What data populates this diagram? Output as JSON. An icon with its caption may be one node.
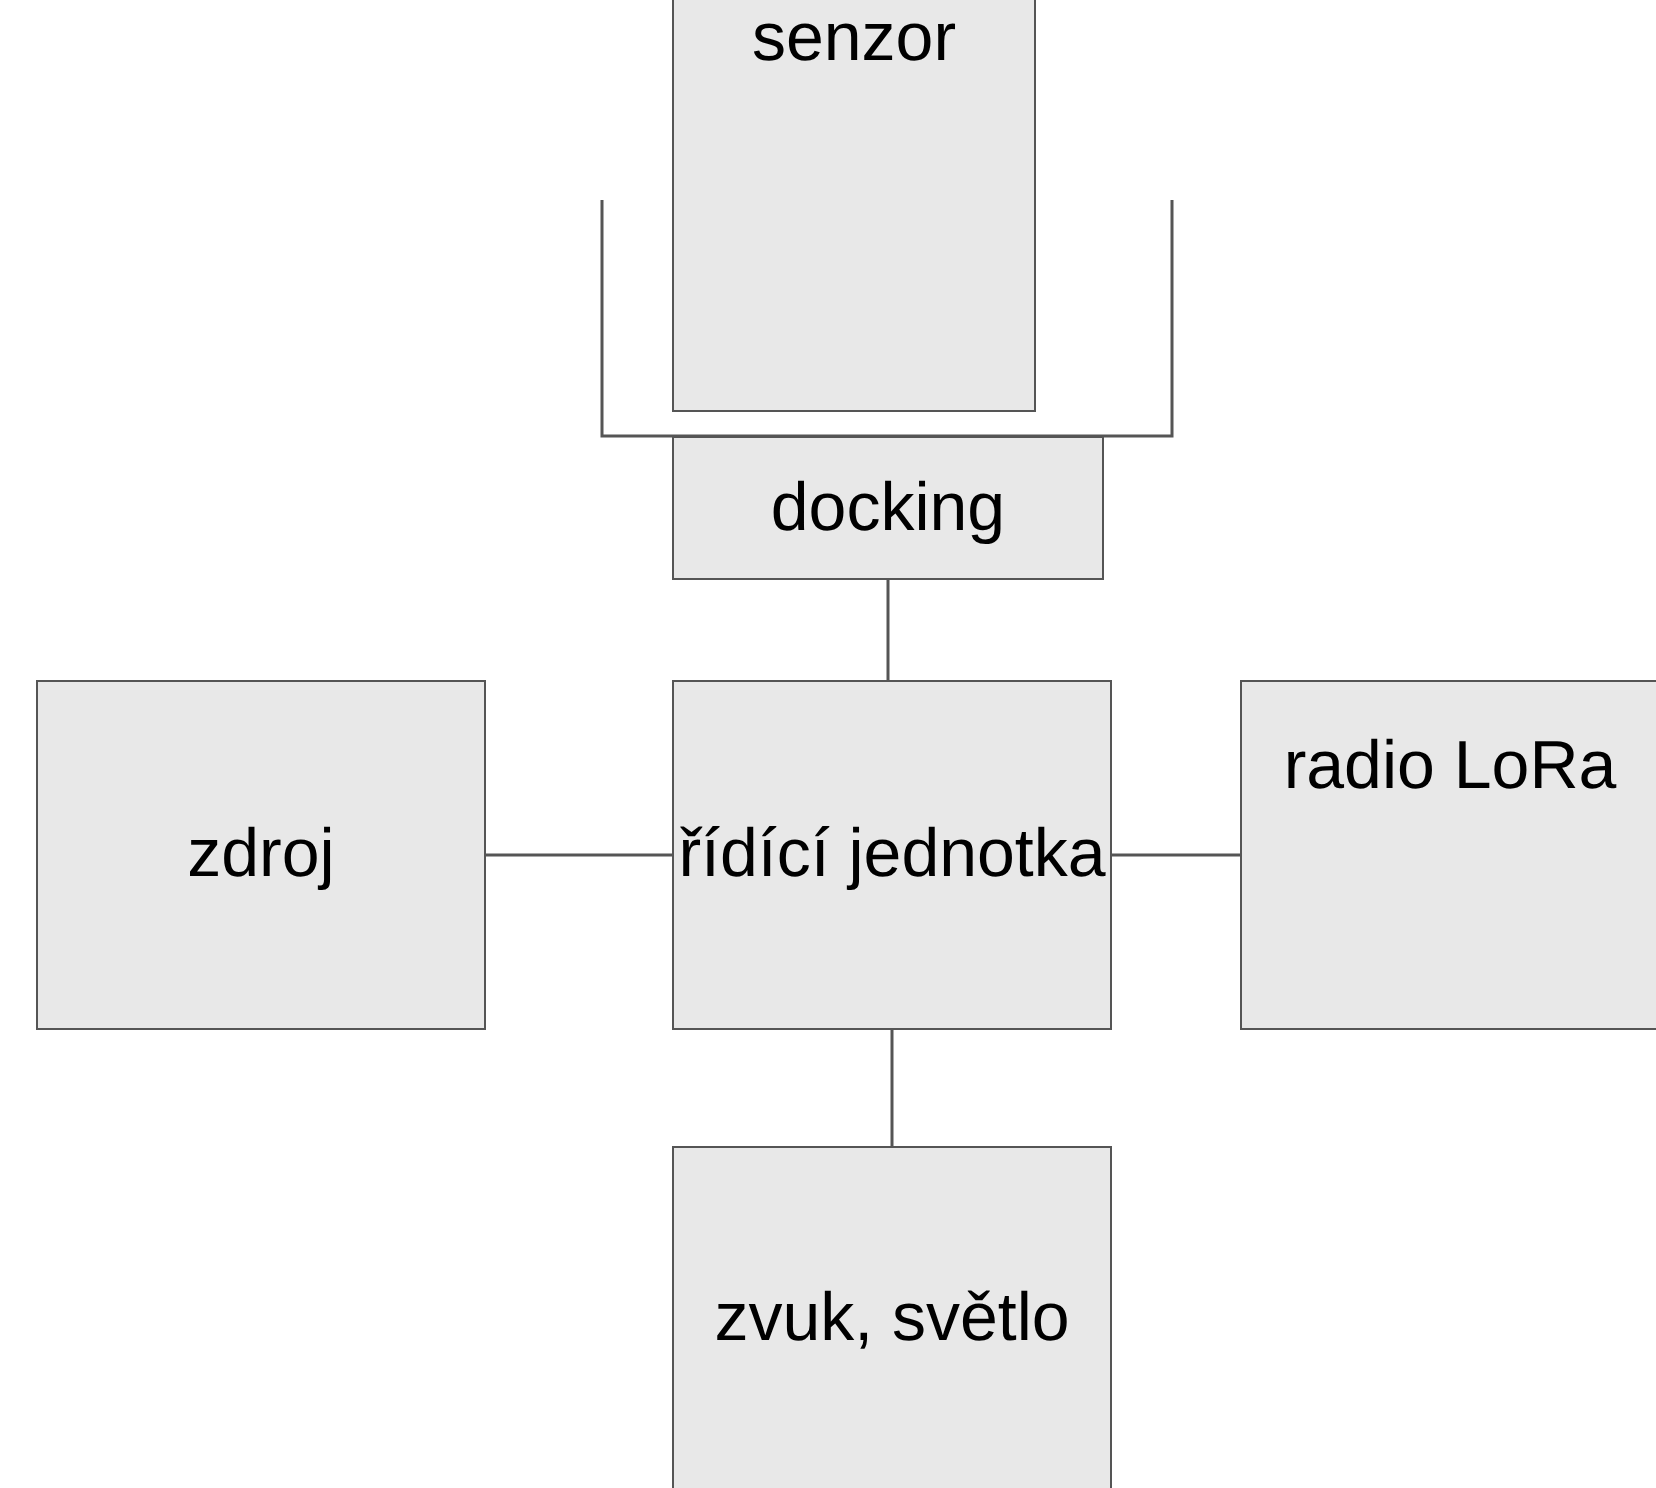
{
  "diagram": {
    "nodes": [
      {
        "text": [
          "senzor"
        ]
      },
      {
        "text": [
          "docking"
        ]
      },
      {
        "text": [
          "zdroj"
        ]
      },
      {
        "text": [
          "řídící jednotka"
        ]
      },
      {
        "text": [
          "radio LoRa"
        ]
      },
      {
        "text": [
          "zvuk, světlo"
        ]
      }
    ],
    "edges": [
      {
        "from": 1,
        "to": 3,
        "arrow": "none"
      },
      {
        "from": 2,
        "to": 3,
        "arrow": "none"
      },
      {
        "from": 3,
        "to": 4,
        "arrow": "none"
      },
      {
        "from": 3,
        "to": 5,
        "arrow": "none"
      }
    ]
  }
}
